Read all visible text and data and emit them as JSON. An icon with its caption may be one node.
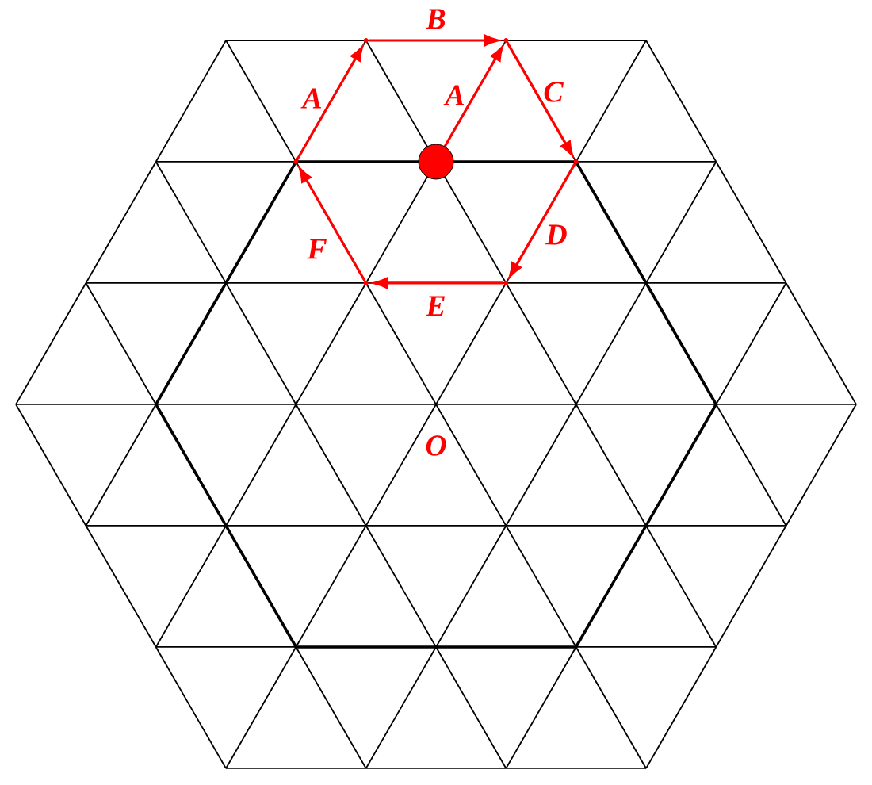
{
  "diagram": {
    "nodes": [
      {
        "text": [],
        "shape": "point"
      },
      {
        "text": [],
        "shape": "point"
      },
      {
        "text": [],
        "shape": "point"
      },
      {
        "text": [],
        "shape": "circle"
      },
      {
        "text": [],
        "shape": "point"
      },
      {
        "text": [],
        "shape": "point"
      },
      {
        "text": [],
        "shape": "point"
      }
    ],
    "edges": [
      {
        "from": 2,
        "to": 0,
        "arrow": "to",
        "label": "A"
      },
      {
        "from": 0,
        "to": 1,
        "arrow": "to",
        "label": "B"
      },
      {
        "from": 3,
        "to": 1,
        "arrow": "to",
        "label": "A"
      },
      {
        "from": 1,
        "to": 4,
        "arrow": "to",
        "label": "C"
      },
      {
        "from": 4,
        "to": 6,
        "arrow": "to",
        "label": "D"
      },
      {
        "from": 6,
        "to": 5,
        "arrow": "to",
        "label": "E"
      },
      {
        "from": 5,
        "to": 2,
        "arrow": "to",
        "label": "F"
      }
    ],
    "labels": [
      "O"
    ]
  }
}
